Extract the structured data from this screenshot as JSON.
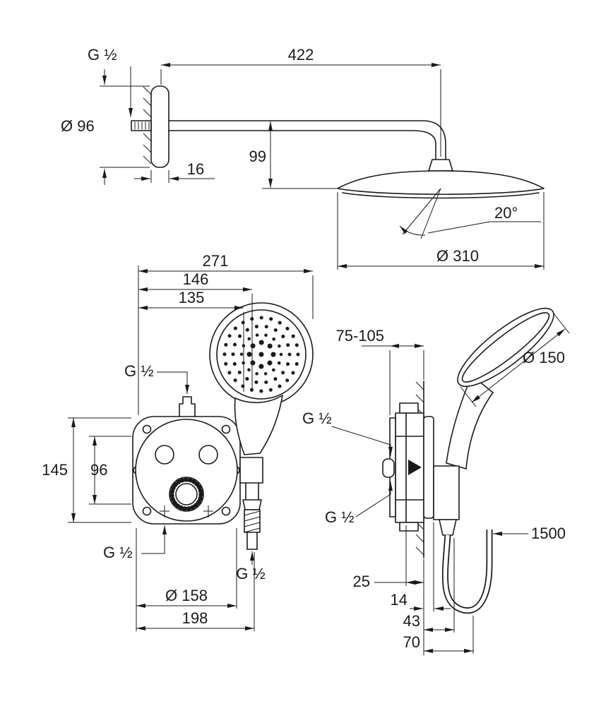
{
  "page": {
    "background": "#ffffff",
    "line_color": "#1a1a1a"
  },
  "drawing": {
    "views": {
      "head_shower_side": {
        "label": "head-shower-with-arm-side-view",
        "dims": {
          "arm_thread": "G ½",
          "escutcheon_diameter": "Ø 96",
          "arm_projection": "422",
          "escutcheon_depth": "16",
          "head_drop": "99",
          "spray_angle": "20°",
          "head_diameter": "Ø 310"
        }
      },
      "mixer_front": {
        "label": "concealed-mixer-front-view",
        "dims": {
          "overall_width": "271",
          "hose_offset": "146",
          "handle_offset": "135",
          "inlet_thread": "G ½",
          "plate_height": "145",
          "port_spacing": "96",
          "port_thread": "G ½",
          "outlet_thread": "G ½",
          "plate_diameter": "Ø 158",
          "overall_width_with_outlet": "198"
        }
      },
      "mixer_side": {
        "label": "concealed-mixer-side-view",
        "dims": {
          "install_depth_range": "75-105",
          "hand_shower_diameter": "Ø 150",
          "upper_thread": "G ½",
          "lower_thread": "G ½",
          "hose_length": "1500",
          "front_depth": "25",
          "escutcheon_depth": "14",
          "holder_depth": "43",
          "hose_outlet_depth": "70"
        }
      }
    }
  }
}
